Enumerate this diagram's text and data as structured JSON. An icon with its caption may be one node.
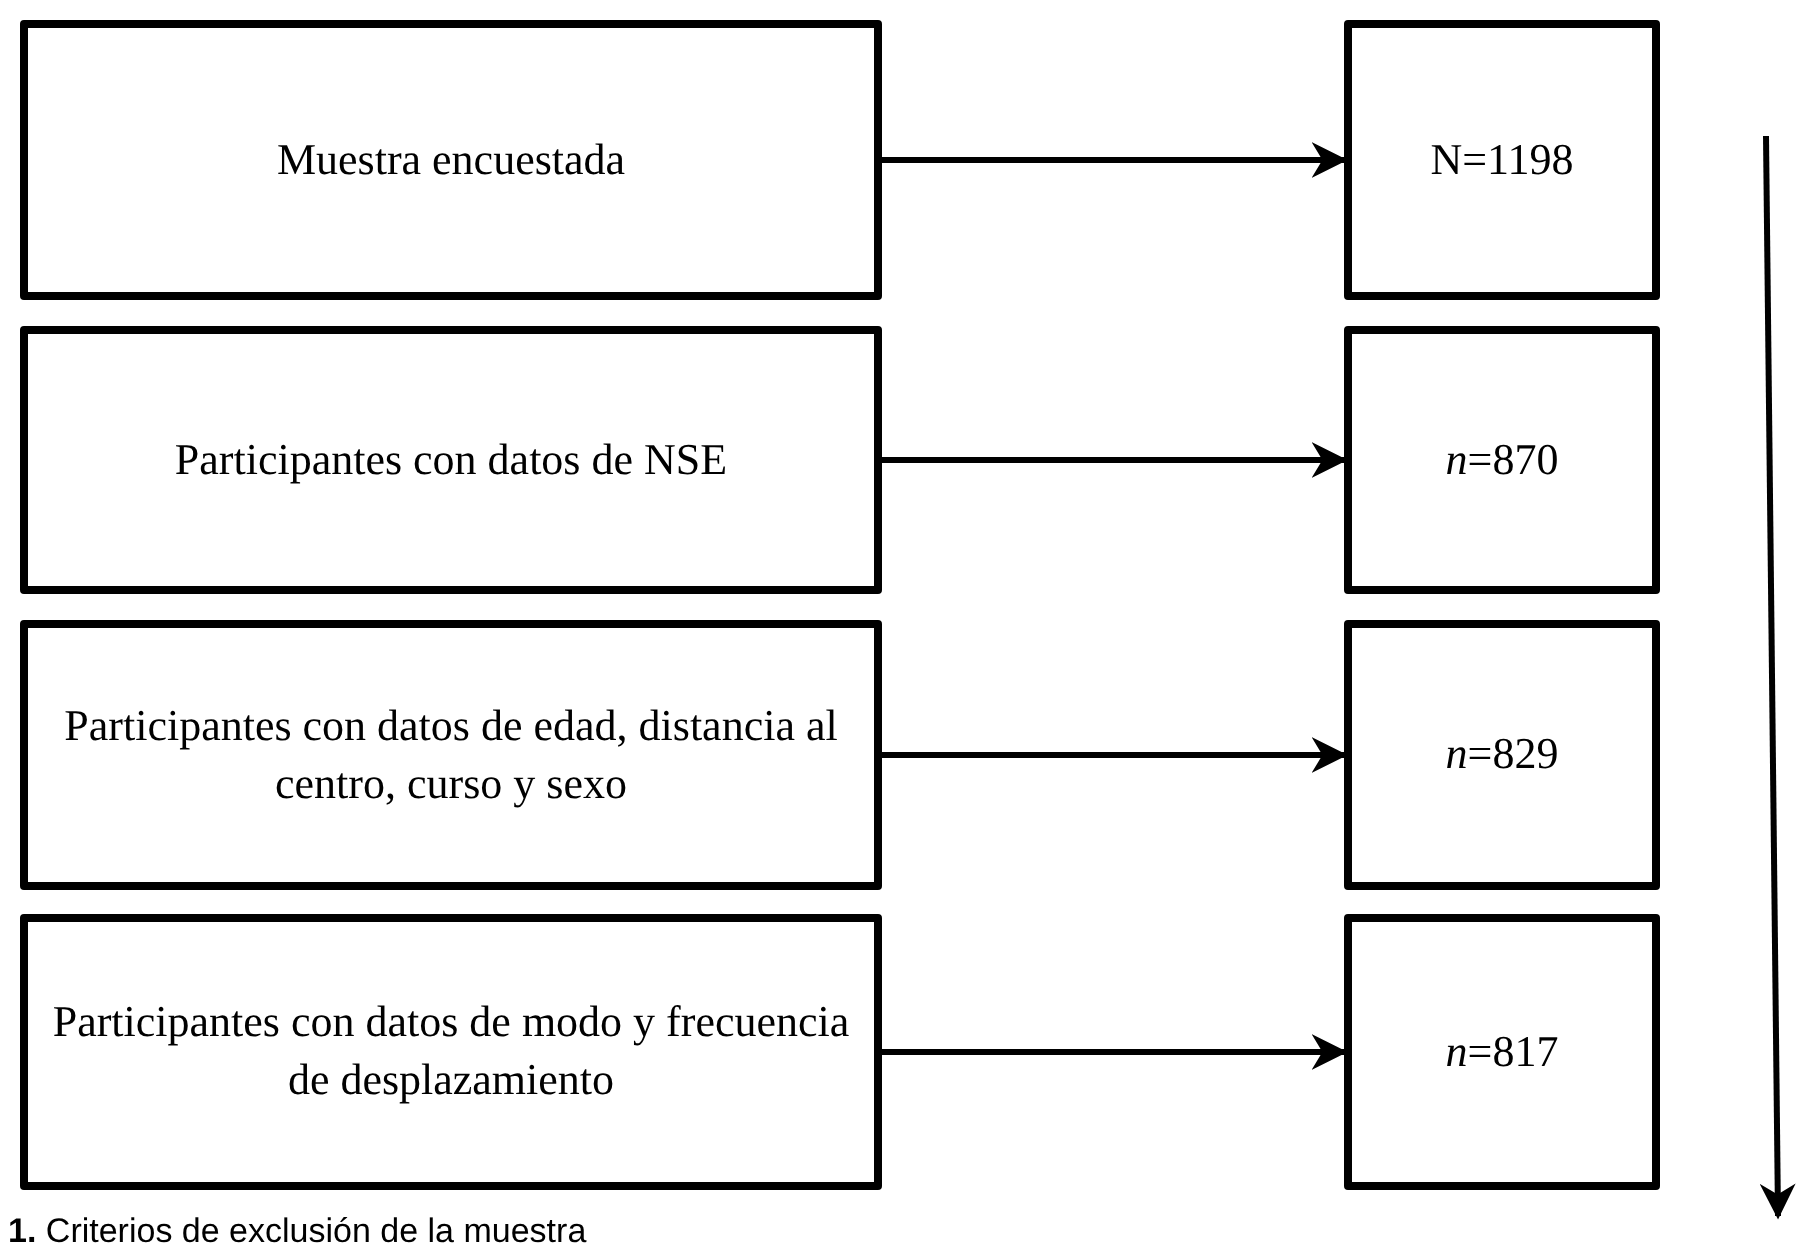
{
  "diagram": {
    "caption": "**1.** Criterios de exclusión de la muestra",
    "nodes": [
      {
        "text": [
          "Muestra encuestada"
        ]
      },
      {
        "text": [
          "N=1198"
        ]
      },
      {
        "text": [
          "Participantes con datos de NSE"
        ]
      },
      {
        "text": [
          "*n*=870"
        ]
      },
      {
        "text": [
          "Participantes con datos de edad, distancia al centro, curso y sexo"
        ]
      },
      {
        "text": [
          "*n*=829"
        ]
      },
      {
        "text": [
          "Participantes con datos de modo y frecuencia de desplazamiento"
        ]
      },
      {
        "text": [
          "*n*=817"
        ]
      }
    ],
    "edges": [
      {
        "from": 0,
        "to": 1,
        "arrow": "to"
      },
      {
        "from": 2,
        "to": 3,
        "arrow": "to"
      },
      {
        "from": 4,
        "to": 5,
        "arrow": "to"
      },
      {
        "from": 6,
        "to": 7,
        "arrow": "to"
      }
    ]
  }
}
